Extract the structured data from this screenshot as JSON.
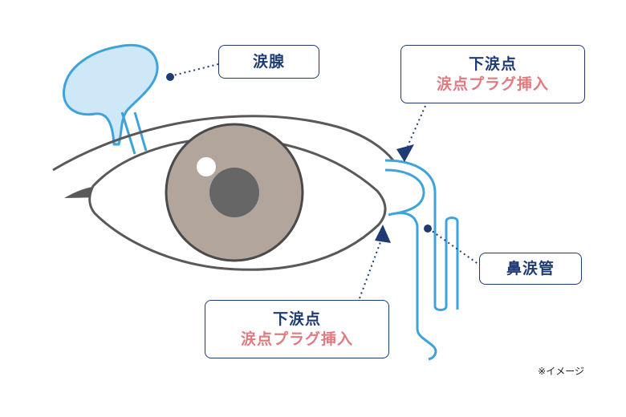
{
  "labels": {
    "lacrimal_gland": "涙腺",
    "upper_punctum": {
      "title": "下涙点",
      "action": "涙点プラグ挿入"
    },
    "nasolacrimal_duct": "鼻涙管",
    "lower_punctum": {
      "title": "下涙点",
      "action": "涙点プラグ挿入"
    }
  },
  "note": "※イメージ",
  "colors": {
    "navy": "#1f3b73",
    "pink": "#e07a80",
    "duct_blue": "#3fa3db",
    "gland_fill": "#cfe8f7",
    "outline_gray": "#595959",
    "iris": "#b2a59b",
    "pupil": "#666666"
  }
}
